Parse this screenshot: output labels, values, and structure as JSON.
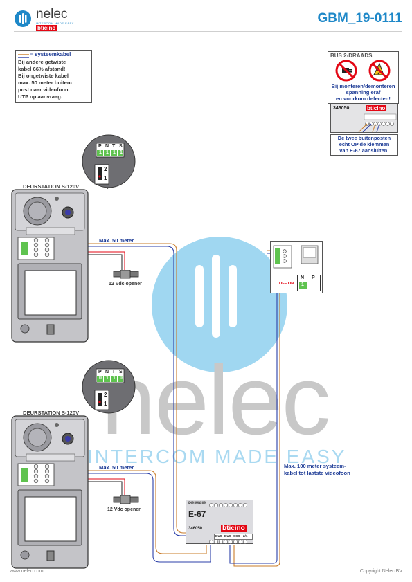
{
  "header": {
    "brand_name": "nelec",
    "brand_tagline": "INTERCOM MADE EASY",
    "partner_brand": "bticino",
    "doc_code": "GBM_19-0111"
  },
  "legend": {
    "swatch_label": "= systeemkabel",
    "lines": [
      "Bij andere getwiste",
      "kabel 66% afstand!",
      "Bij ongetwiste kabel",
      "max. 50 meter buiten-",
      "post naar videofoon.",
      "UTP op aanvraag."
    ]
  },
  "bus_warning": {
    "title": "BUS 2-DRAADS",
    "lines": [
      "Bij monteren/demonteren",
      "spanning eraf",
      "en voorkom defecten!"
    ],
    "device_code": "346050",
    "device_brand": "bticino",
    "note_lines": [
      "De twee buitenposten",
      "echt OP de klemmen",
      "van E-67 aansluiten!"
    ]
  },
  "station_top": {
    "title": "DEURSTATION S-120V",
    "dip_labels": [
      "P",
      "N",
      "T",
      "S"
    ],
    "dip_values": [
      "1",
      "1",
      "1",
      "1"
    ],
    "switch_labels": [
      "2",
      "1"
    ],
    "cable_label": "Max. 50 meter",
    "opener_label": "12 Vdc opener"
  },
  "station_bottom": {
    "title": "DEURSTATION S-120V",
    "dip_labels": [
      "P",
      "N",
      "T",
      "S"
    ],
    "dip_values": [
      "0",
      "1",
      "1",
      "0"
    ],
    "switch_labels": [
      "2",
      "1"
    ],
    "cable_label": "Max. 50 meter",
    "opener_label": "12 Vdc opener"
  },
  "monitor": {
    "off_on_label": "OFF ON",
    "dip_labels": [
      "N",
      "P"
    ],
    "dip_values": [
      "1",
      ""
    ]
  },
  "supply": {
    "top_label": "PRIMAIR",
    "model": "E-67",
    "code": "346050",
    "brand": "bticino",
    "terminal_labels": [
      "BUS",
      "BUS",
      "SCS",
      "2/1"
    ]
  },
  "systemcable_note": [
    "Max. 100 meter systeem-",
    "kabel tot laatste videofoon"
  ],
  "watermark": {
    "word": "nelec",
    "tagline": "INTERCOM MADE EASY"
  },
  "footer": {
    "website": "www.nelec.com",
    "copyright": "Copyright Nelec BV"
  },
  "colors": {
    "accent_blue": "#1e88c8",
    "panel_grey": "#b8b8bc",
    "cable_orange": "#c97c2a",
    "cable_blue": "#2b3fa8",
    "bticino_red": "#e30613",
    "dip_green": "#5fc34f"
  }
}
